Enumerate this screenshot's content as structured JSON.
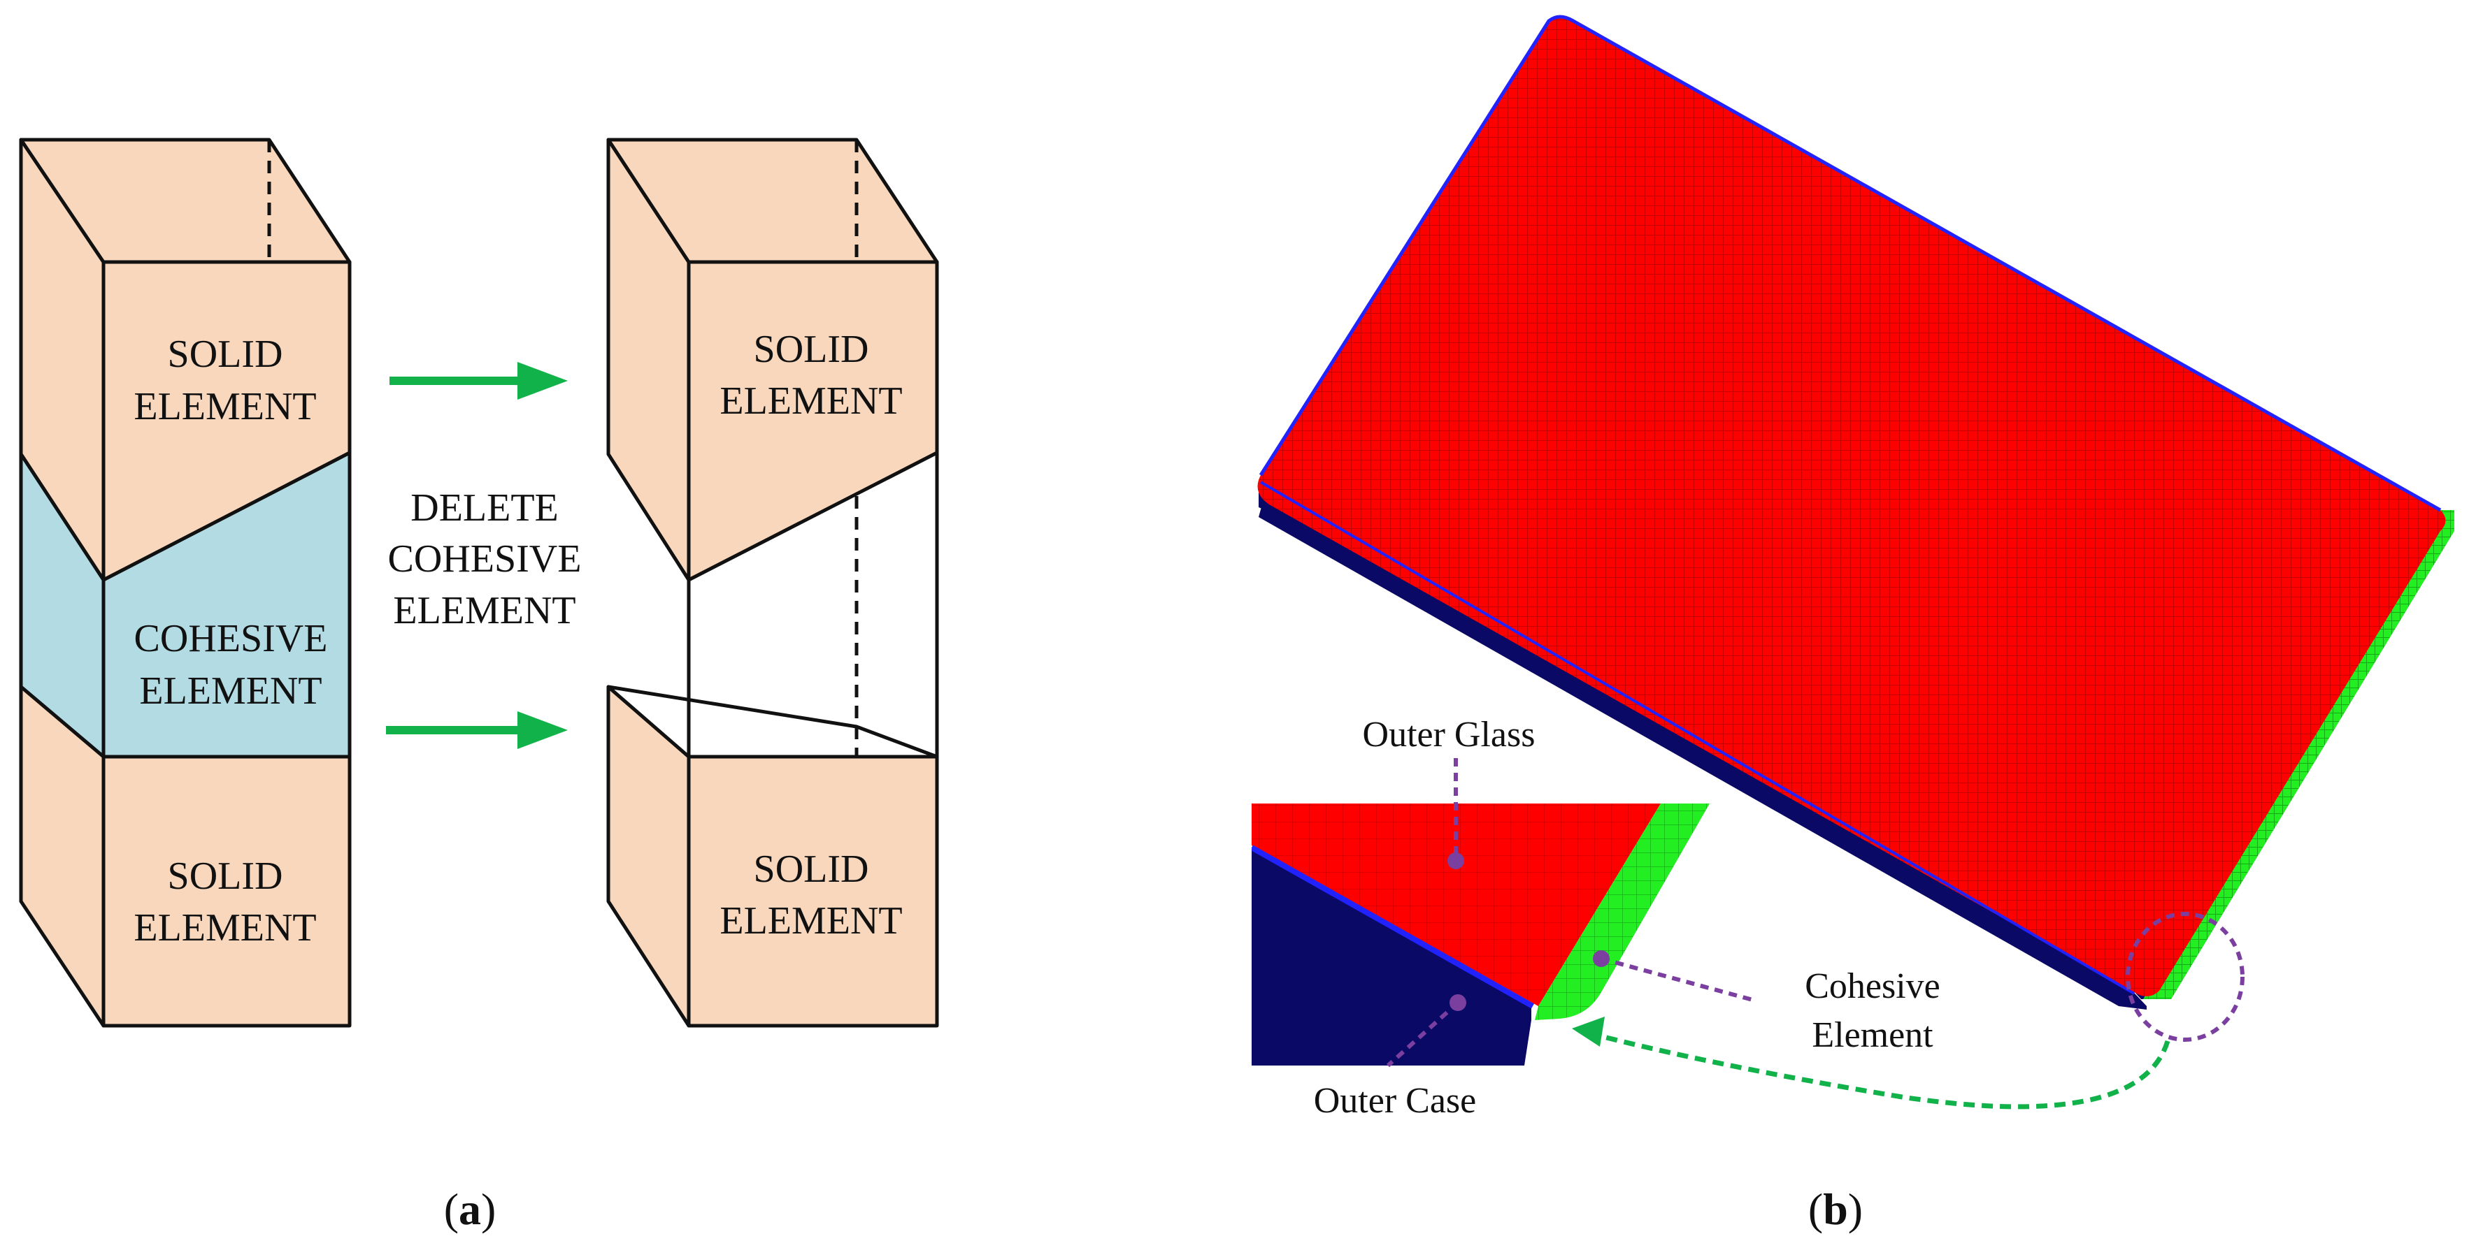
{
  "panel_a": {
    "left_block": {
      "top_label_1": "SOLID",
      "top_label_2": "ELEMENT",
      "middle_label_1": "COHESIVE",
      "middle_label_2": "ELEMENT",
      "bottom_label_1": "SOLID",
      "bottom_label_2": "ELEMENT"
    },
    "action_label_1": "DELETE",
    "action_label_2": "COHESIVE",
    "action_label_3": "ELEMENT",
    "right_block": {
      "top_label_1": "SOLID",
      "top_label_2": "ELEMENT",
      "bottom_label_1": "SOLID",
      "bottom_label_2": "ELEMENT"
    },
    "caption_open": "(",
    "caption_letter": "a",
    "caption_close": ")"
  },
  "panel_b": {
    "label_outer_glass": "Outer Glass",
    "label_cohesive_1": "Cohesive",
    "label_cohesive_2": "Element",
    "label_outer_case": "Outer Case",
    "caption_open": "(",
    "caption_letter": "b",
    "caption_close": ")"
  },
  "colors": {
    "solid_fill": "#f8d7bd",
    "cohesive_fill": "#b3dbe3",
    "arrow_green": "#12b24a",
    "glass_red": "#ff0000",
    "cohesive_green": "#22ee22",
    "case_navy": "#0a0a66",
    "edge_blue": "#2222ff",
    "marker_purple": "#7b3fa0"
  }
}
